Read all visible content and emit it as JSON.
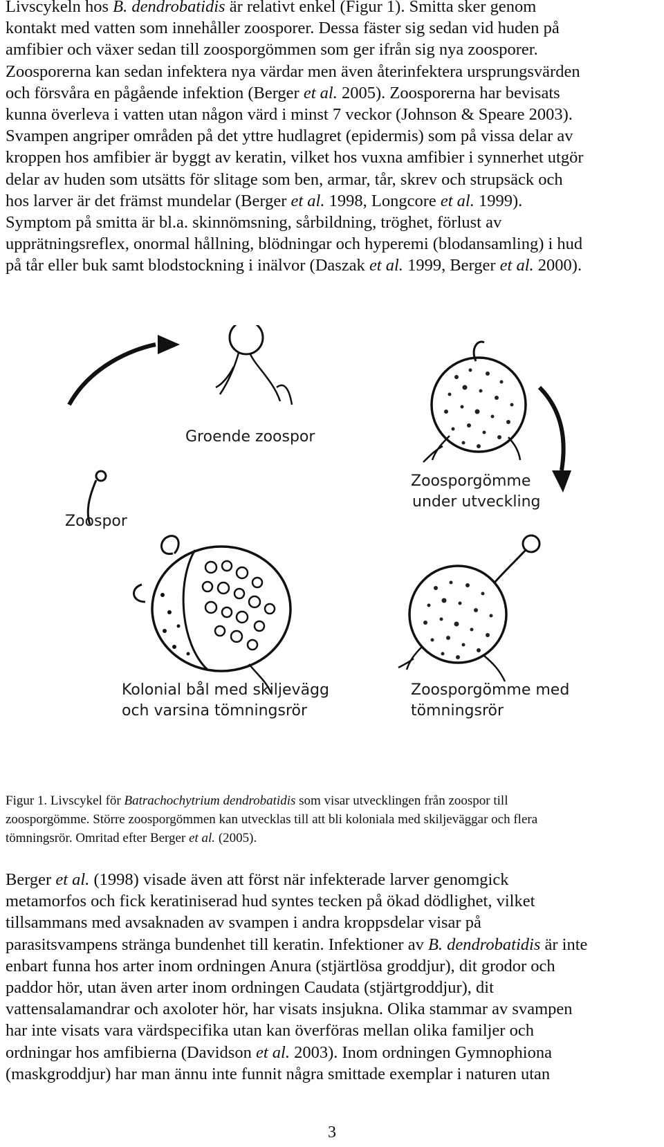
{
  "paragraph_1": {
    "lines": [
      [
        "Livscykeln hos ",
        "B. dendrobatidis",
        " är relativt enkel (Figur 1). Smitta sker genom",
        "",
        ""
      ],
      [
        "kontakt med vatten som innehåller zoosporer. Dessa fäster sig sedan vid huden på",
        "",
        "",
        "",
        ""
      ],
      [
        "amfibier och växer sedan till zoosporgömmen som ger ifrån sig nya zoosporer.",
        "",
        "",
        "",
        ""
      ],
      [
        "Zoosporerna kan sedan infektera nya värdar men även återinfektera ursprungsvärden",
        "",
        "",
        "",
        ""
      ],
      [
        "och försvåra en pågående infektion (Berger ",
        "et al.",
        " 2005). Zoosporerna har bevisats",
        "",
        ""
      ],
      [
        "kunna överleva i vatten utan någon värd i minst 7 veckor (Johnson & Speare 2003).",
        "",
        "",
        "",
        ""
      ],
      [
        "Svampen angriper områden på det yttre hudlagret (epidermis) som på vissa delar av",
        "",
        "",
        "",
        ""
      ],
      [
        "kroppen hos amfibier är byggt av keratin, vilket hos vuxna amfibier i synnerhet utgör",
        "",
        "",
        "",
        ""
      ],
      [
        "delar av huden som utsätts för slitage som ben, armar, tår, skrev och strupsäck och",
        "",
        "",
        "",
        ""
      ],
      [
        "hos larver är det främst mundelar (Berger ",
        "et al.",
        " 1998, Longcore ",
        "et al.",
        " 1999)."
      ],
      [
        "Symptom på smitta är bl.a. skinnömsning, sårbildning, tröghet, förlust av",
        "",
        "",
        "",
        ""
      ],
      [
        "upprätningsreflex, onormal hållning, blödningar och hyperemi (blodansamling) i hud",
        "",
        "",
        "",
        ""
      ],
      [
        "på tår eller buk samt blodstockning i inälvor (Daszak ",
        "et al.",
        " 1999, Berger ",
        "et al.",
        " 2000)."
      ]
    ]
  },
  "figure": {
    "labels": {
      "zoospor": "Zoospor",
      "groende": "Groende zoospor",
      "under_1": "Zoosporgömme",
      "under_2": "under utveckling",
      "kolonial_1": "Kolonial bål med skiljevägg",
      "kolonial_2": "och varsina tömningsrör",
      "med_1": "Zoosporgömme med",
      "med_2": "tömningsrör"
    },
    "caption": {
      "lines": [
        [
          "Figur 1. Livscykel för ",
          "Batrachochytrium dendrobatidis",
          " som visar utvecklingen från zoospor till"
        ],
        [
          "zoosporgömme. Större zoosporgömmen kan utvecklas till att bli koloniala med skiljeväggar och flera",
          "",
          ""
        ],
        [
          "tömningsrör. Omritad efter Berger ",
          "et al.",
          " (2005)."
        ]
      ]
    }
  },
  "paragraph_2": {
    "lines": [
      [
        "Berger ",
        "et al.",
        " (1998) visade även att först när infekterade larver genomgick",
        "",
        ""
      ],
      [
        "metamorfos och fick keratiniserad hud syntes tecken på ökad dödlighet, vilket",
        "",
        "",
        "",
        ""
      ],
      [
        "tillsammans med avsaknaden av svampen i andra kroppsdelar visar på",
        "",
        "",
        "",
        ""
      ],
      [
        "parasitsvampens stränga bundenhet till keratin. Infektioner av ",
        "B. dendrobatidis",
        " är inte",
        "",
        ""
      ],
      [
        "enbart funna hos arter inom ordningen Anura (stjärtlösa groddjur), dit grodor och",
        "",
        "",
        "",
        ""
      ],
      [
        "paddor hör, utan även arter inom ordningen Caudata (stjärtgroddjur), dit",
        "",
        "",
        "",
        ""
      ],
      [
        "vattensalamandrar och axoloter hör, har visats insjukna. Olika stammar av svampen",
        "",
        "",
        "",
        ""
      ],
      [
        "har inte visats vara värdspecifika utan kan överföras mellan olika familjer och",
        "",
        "",
        "",
        ""
      ],
      [
        "ordningar hos amfibierna (Davidson ",
        "et al.",
        " 2003). Inom ordningen Gymnophiona",
        "",
        ""
      ],
      [
        "(maskgroddjur) har man ännu inte funnit några smittade exemplar i naturen utan",
        "",
        "",
        "",
        ""
      ]
    ]
  },
  "page_number": "3"
}
